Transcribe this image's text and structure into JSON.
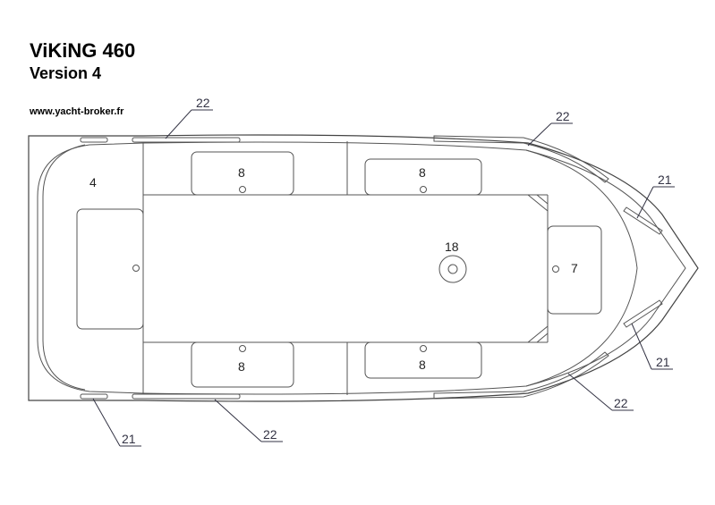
{
  "header": {
    "title": "ViKiNG 460",
    "subtitle": "Version 4",
    "website": "www.yacht-broker.fr"
  },
  "diagram": {
    "labels": {
      "part_4": "4",
      "seat_8_top_left": "8",
      "seat_8_top_right": "8",
      "seat_8_bottom_left": "8",
      "seat_8_bottom_right": "8",
      "part_18": "18",
      "part_7": "7"
    },
    "callouts": {
      "top_left_22": "22",
      "top_right_22": "22",
      "right_upper_21": "21",
      "right_lower_21": "21",
      "bottom_right_22": "22",
      "bottom_mid_22": "22",
      "bottom_left_21": "21"
    }
  }
}
